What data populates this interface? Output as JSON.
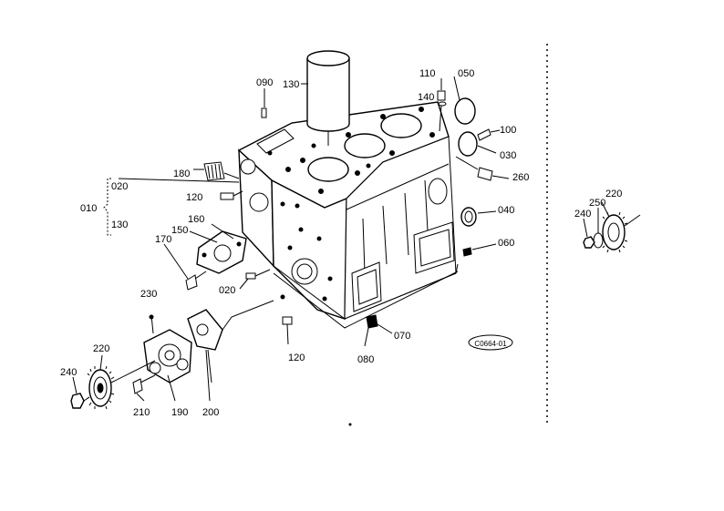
{
  "diagram": {
    "reference_code": "C0664-01",
    "callouts": {
      "c090": "090",
      "c130_top": "130",
      "c110": "110",
      "c050": "050",
      "c140": "140",
      "c100": "100",
      "c030": "030",
      "c260": "260",
      "c180": "180",
      "c020_group": "020",
      "c010": "010",
      "c130_group": "130",
      "c120_upper": "120",
      "c160": "160",
      "c150": "150",
      "c170": "170",
      "c020_mid": "020",
      "c040": "040",
      "c060": "060",
      "c230": "230",
      "c220_left": "220",
      "c240_left": "240",
      "c210": "210",
      "c190": "190",
      "c200": "200",
      "c120_lower": "120",
      "c070": "070",
      "c080": "080",
      "c220_right": "220",
      "c250": "250",
      "c240_right": "240"
    }
  }
}
